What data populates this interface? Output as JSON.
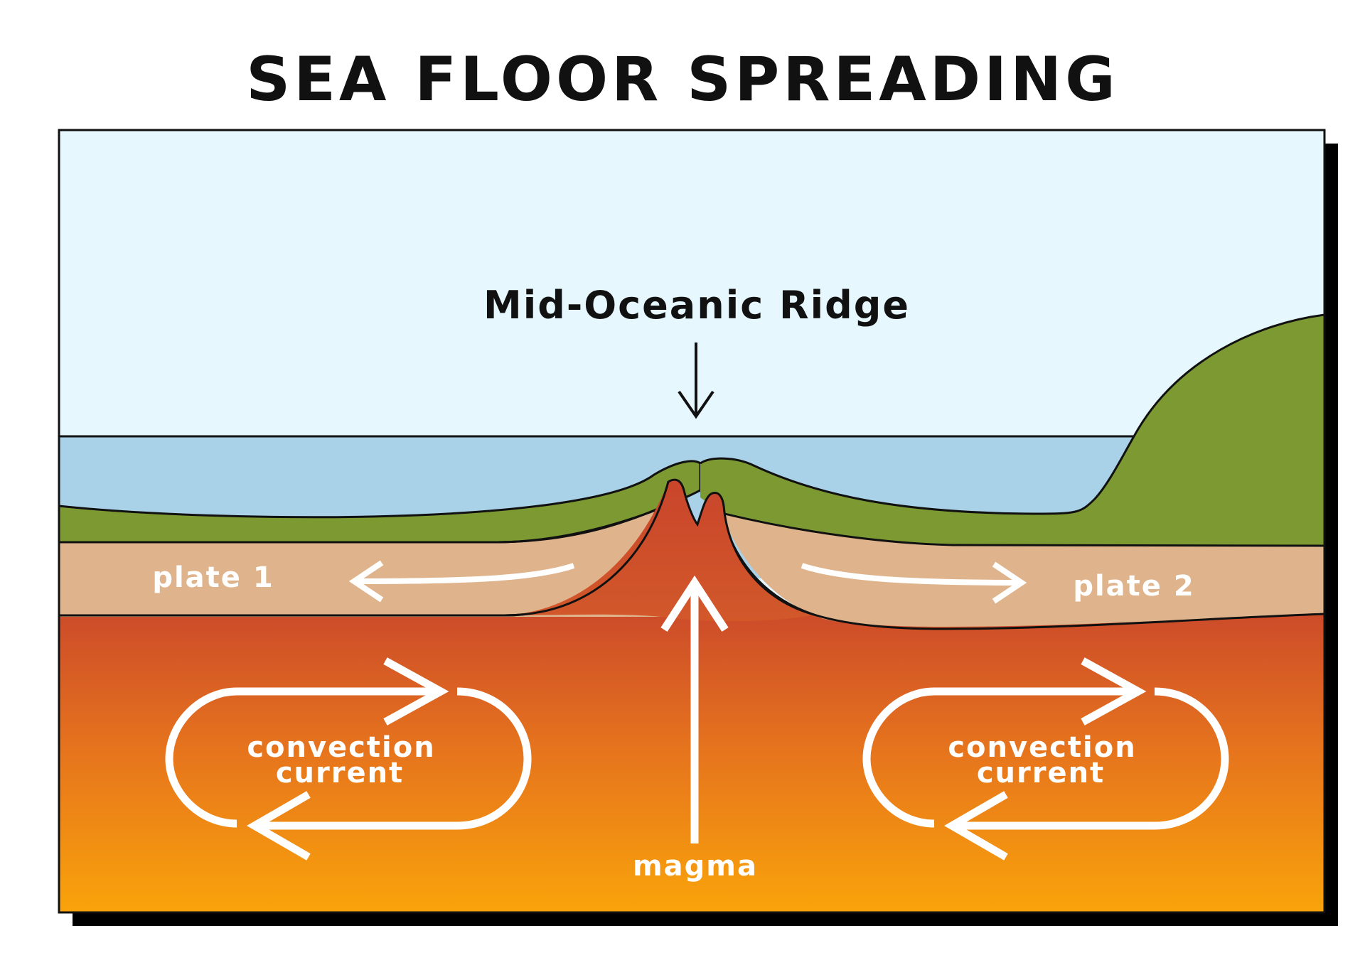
{
  "title": "SEA FLOOR SPREADING",
  "labels": {
    "ridge": "Mid-Oceanic Ridge",
    "plate_left": "plate 1",
    "plate_right": "plate 2",
    "convection_left_line1": "convection",
    "convection_left_line2": "current",
    "convection_right_line1": "convection",
    "convection_right_line2": "current",
    "magma": "magma"
  },
  "colors": {
    "sky": "#e6f7fe",
    "ocean": "#a9d1e8",
    "crust_green": "#7d9932",
    "plate": "#dfb48c",
    "magma_top": "#cc4b2a",
    "magma_bottom": "#faa50a",
    "ridge_magma": "#cf4e2c",
    "outline": "#111111",
    "arrow_white": "#ffffff"
  }
}
